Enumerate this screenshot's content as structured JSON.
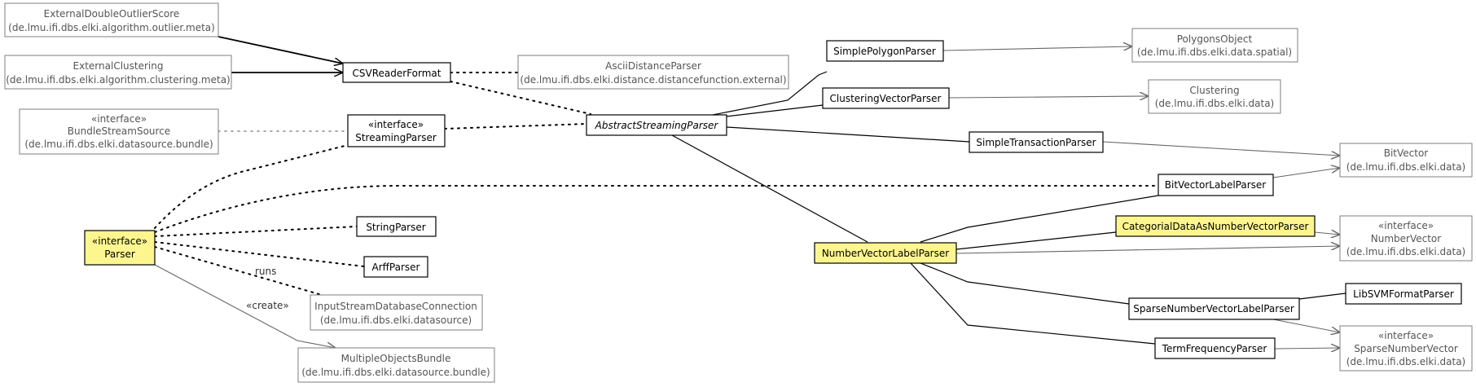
{
  "nodes": [
    {
      "id": "external-double-outlier-score",
      "lines": [
        "ExternalDoubleOutlierScore",
        "(de.lmu.ifi.dbs.elki.algorithm.outlier.meta)"
      ],
      "style": "external"
    },
    {
      "id": "external-clustering",
      "lines": [
        "ExternalClustering",
        "(de.lmu.ifi.dbs.elki.algorithm.clustering.meta)"
      ],
      "style": "external"
    },
    {
      "id": "bundle-stream-source",
      "lines": [
        "«interface»",
        "BundleStreamSource",
        "(de.lmu.ifi.dbs.elki.datasource.bundle)"
      ],
      "style": "external"
    },
    {
      "id": "csv-reader-format",
      "lines": [
        "CSVReaderFormat"
      ],
      "style": "class"
    },
    {
      "id": "streaming-parser",
      "lines": [
        "«interface»",
        "StreamingParser"
      ],
      "style": "class"
    },
    {
      "id": "ascii-distance-parser",
      "lines": [
        "AsciiDistanceParser",
        "(de.lmu.ifi.dbs.elki.distance.distancefunction.external)"
      ],
      "style": "external"
    },
    {
      "id": "abstract-streaming-parser",
      "lines": [
        "AbstractStreamingParser"
      ],
      "style": "abstract"
    },
    {
      "id": "parser",
      "lines": [
        "«interface»",
        "Parser"
      ],
      "style": "highlight"
    },
    {
      "id": "string-parser",
      "lines": [
        "StringParser"
      ],
      "style": "class"
    },
    {
      "id": "arff-parser",
      "lines": [
        "ArffParser"
      ],
      "style": "class"
    },
    {
      "id": "input-stream-database-connection",
      "lines": [
        "InputStreamDatabaseConnection",
        "(de.lmu.ifi.dbs.elki.datasource)"
      ],
      "style": "external"
    },
    {
      "id": "multiple-objects-bundle",
      "lines": [
        "MultipleObjectsBundle",
        "(de.lmu.ifi.dbs.elki.datasource.bundle)"
      ],
      "style": "external"
    },
    {
      "id": "simple-polygon-parser",
      "lines": [
        "SimplePolygonParser"
      ],
      "style": "class"
    },
    {
      "id": "clustering-vector-parser",
      "lines": [
        "ClusteringVectorParser"
      ],
      "style": "class"
    },
    {
      "id": "simple-transaction-parser",
      "lines": [
        "SimpleTransactionParser"
      ],
      "style": "class"
    },
    {
      "id": "bit-vector-label-parser",
      "lines": [
        "BitVectorLabelParser"
      ],
      "style": "class"
    },
    {
      "id": "categorial-data-as-number-vector-parser",
      "lines": [
        "CategorialDataAsNumberVectorParser"
      ],
      "style": "highlight"
    },
    {
      "id": "number-vector-label-parser",
      "lines": [
        "NumberVectorLabelParser"
      ],
      "style": "highlight"
    },
    {
      "id": "sparse-number-vector-label-parser",
      "lines": [
        "SparseNumberVectorLabelParser"
      ],
      "style": "class"
    },
    {
      "id": "term-frequency-parser",
      "lines": [
        "TermFrequencyParser"
      ],
      "style": "class"
    },
    {
      "id": "lib-svm-format-parser",
      "lines": [
        "LibSVMFormatParser"
      ],
      "style": "class"
    },
    {
      "id": "polygons-object",
      "lines": [
        "PolygonsObject",
        "(de.lmu.ifi.dbs.elki.data.spatial)"
      ],
      "style": "external"
    },
    {
      "id": "clustering",
      "lines": [
        "Clustering",
        "(de.lmu.ifi.dbs.elki.data)"
      ],
      "style": "external"
    },
    {
      "id": "bit-vector",
      "lines": [
        "BitVector",
        "(de.lmu.ifi.dbs.elki.data)"
      ],
      "style": "external"
    },
    {
      "id": "number-vector",
      "lines": [
        "«interface»",
        "NumberVector",
        "(de.lmu.ifi.dbs.elki.data)"
      ],
      "style": "external"
    },
    {
      "id": "sparse-number-vector",
      "lines": [
        "«interface»",
        "SparseNumberVector",
        "(de.lmu.ifi.dbs.elki.data)"
      ],
      "style": "external"
    }
  ],
  "edge_labels": {
    "runs": "runs",
    "create": "«create»"
  }
}
